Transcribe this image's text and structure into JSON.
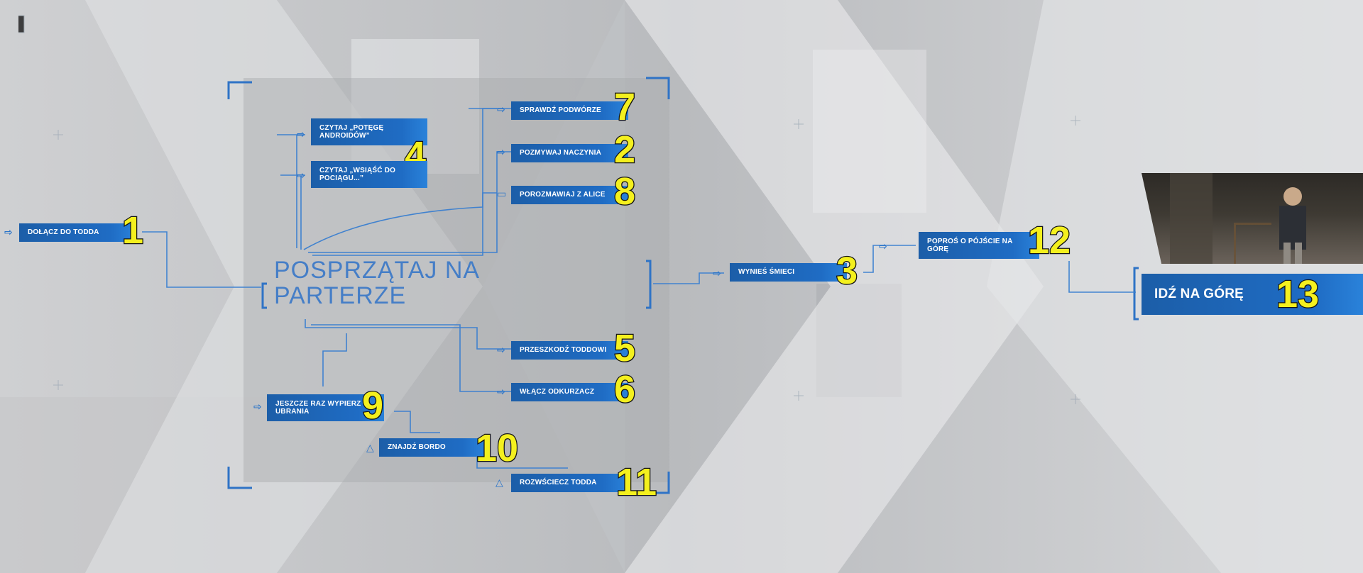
{
  "chapter": {
    "title_line1": "POSPRZĄTAJ NA",
    "title_line2": "PARTERZE"
  },
  "nodes": [
    {
      "id": "dolacz",
      "label": "DOŁĄCZ DO TODDA",
      "number": "1"
    },
    {
      "id": "czytaj1",
      "label": "CZYTAJ „POTĘGĘ ANDROIDÓW”",
      "number": "4"
    },
    {
      "id": "czytaj2",
      "label": "CZYTAJ „WSIĄŚĆ DO POCIĄGU...”",
      "number": ""
    },
    {
      "id": "sprawdz",
      "label": "SPRAWDŹ PODWÓRZE",
      "number": "7"
    },
    {
      "id": "pozmywaj",
      "label": "POZMYWAJ NACZYNIA",
      "number": "2"
    },
    {
      "id": "porozmawiaj",
      "label": "POROZMAWIAJ Z ALICE",
      "number": "8"
    },
    {
      "id": "przeszkodz",
      "label": "PRZESZKODŹ TODDOWI",
      "number": "5"
    },
    {
      "id": "wlacz",
      "label": "WŁĄCZ ODKURZACZ",
      "number": "6"
    },
    {
      "id": "jeszcze",
      "label": "JESZCZE RAZ WYPIERZ UBRANIA",
      "number": "9"
    },
    {
      "id": "znajdz",
      "label": "ZNAJDŹ BORDO",
      "number": "10"
    },
    {
      "id": "rozwsciecz",
      "label": "ROZWŚCIECZ TODDA",
      "number": "11"
    },
    {
      "id": "wynies",
      "label": "WYNIEŚ ŚMIECI",
      "number": "3"
    },
    {
      "id": "popros",
      "label": "POPROŚ O PÓJŚCIE NA GÓRĘ",
      "number": "12"
    },
    {
      "id": "idz",
      "label": "IDŹ NA GÓRĘ",
      "number": "13"
    }
  ],
  "icons": {
    "arrow": "arrow-right-icon",
    "talk": "speech-bubble-icon",
    "triangle": "triangle-icon"
  },
  "colors": {
    "accent": "#1f6cc4",
    "number": "#f4f01e",
    "line": "#3a7fd0"
  }
}
